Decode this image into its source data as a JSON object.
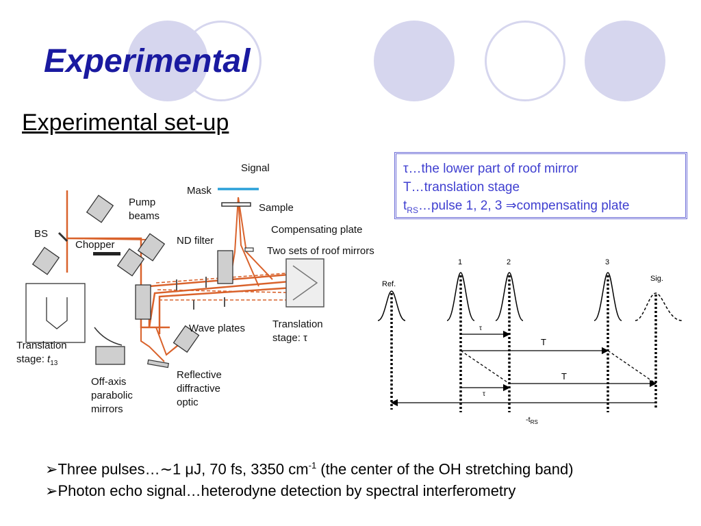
{
  "slide": {
    "title": "Experimental",
    "subtitle": "Experimental set-up"
  },
  "legend": {
    "line1": "τ…the lower part of roof mirror",
    "line2": "T…translation stage",
    "line3_pre": "t",
    "line3_sub": "RS",
    "line3_post": "…pulse 1, 2, 3 ⇒compensating plate"
  },
  "setup": {
    "signal": "Signal",
    "mask": "Mask",
    "sample": "Sample",
    "pump_l1": "Pump",
    "pump_l2": "beams",
    "bs": "BS",
    "chopper": "Chopper",
    "nd_filter": "ND filter",
    "comp_plate": "Compensating plate",
    "roof_mirrors": "Two sets of roof mirrors",
    "wave_plates": "Wave plates",
    "trans_tau_l1": "Translation",
    "trans_tau_l2": "stage: τ",
    "trans_t13_l1": "Translation",
    "trans_t13_l2_pre": "stage: ",
    "trans_t13_l2_t": "t",
    "trans_t13_l2_sub": "13",
    "oap_l1": "Off-axis",
    "oap_l2": "parabolic",
    "oap_l3": "mirrors",
    "rdo_l1": "Reflective",
    "rdo_l2": "diffractive",
    "rdo_l3": "optic"
  },
  "timing": {
    "ref": "Ref.",
    "sig": "Sig.",
    "p1": "1",
    "p2": "2",
    "p3": "3",
    "tau_a": "τ",
    "T_a": "T",
    "T_b": "T",
    "tau_b": "τ",
    "trs_pre": "-t",
    "trs_sub": "RS"
  },
  "bullets": {
    "b1_pre": "Three pulses…∼1 μJ, 70 fs, 3350 cm",
    "b1_sup": "-1",
    "b1_post": " (the center of the OH stretching band)",
    "b2": "Photon echo signal…heterodyne detection by spectral interferometry"
  },
  "colors": {
    "title": "#1a1aa0",
    "legend_text": "#3f3fd0",
    "decor_circle": "#d6d6ee",
    "beam": "#d9622b",
    "mask": "#2aa0d8"
  }
}
